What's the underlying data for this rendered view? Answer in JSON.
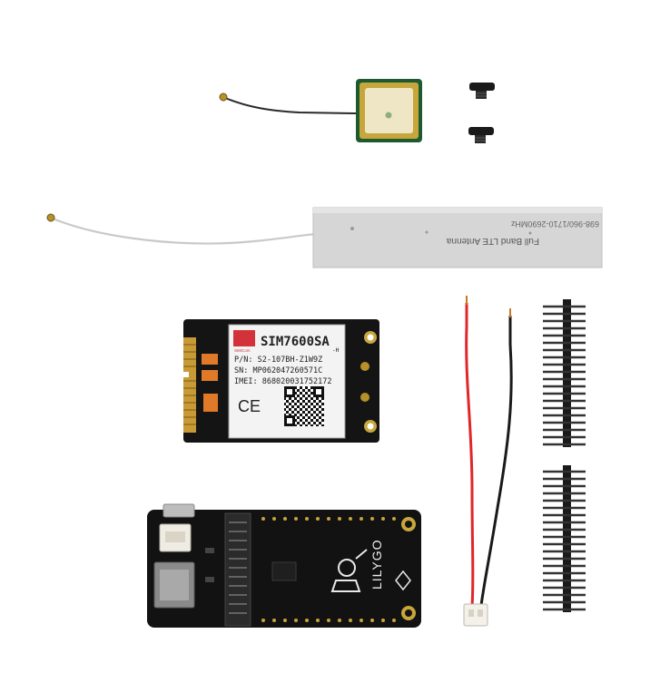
{
  "lte_antenna": {
    "title": "Full Band LTE Antenna",
    "freq": "698-960/1710-2690MHz"
  },
  "modem": {
    "brand": "SIMCom",
    "model": "SIM7600SA",
    "suffix": "-H",
    "pn": "P/N: S2-107BH-Z1W9Z",
    "sn": "SN: MP062047260571C",
    "imei": "IMEI: 868020031752172",
    "ce": "CE"
  },
  "board": {
    "brand": "LILYGO"
  }
}
